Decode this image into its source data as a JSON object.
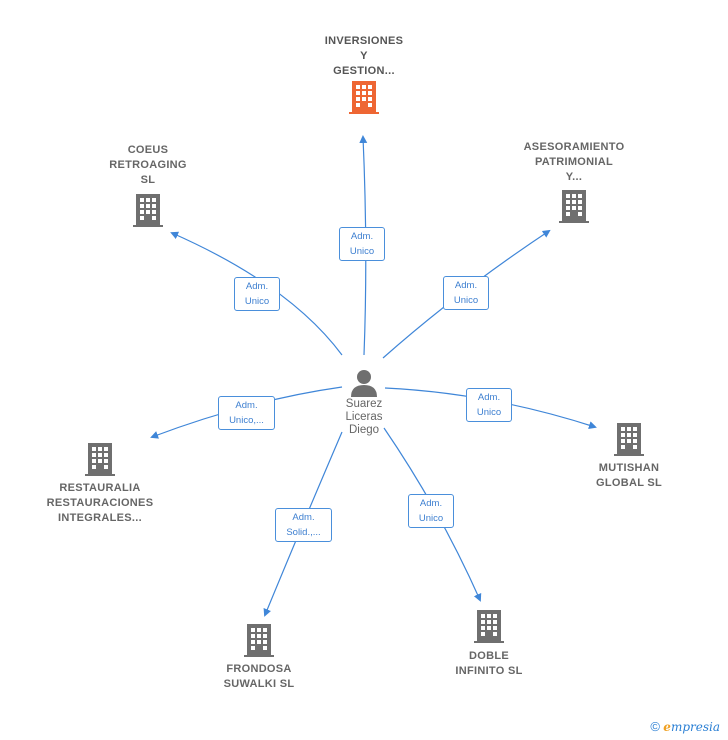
{
  "colors": {
    "edge": "#3f86d8",
    "building": "#6f6f6f",
    "highlight": "#ee6633"
  },
  "center": {
    "name": "Suarez\nLiceras\nDiego",
    "icon": "person-icon"
  },
  "companies": [
    {
      "id": "inversiones",
      "label": "INVERSIONES\nY\nGESTION...",
      "icon": "building-icon",
      "highlight": true
    },
    {
      "id": "coeus",
      "label": "COEUS\nRETROAGING\nSL",
      "icon": "building-icon",
      "highlight": false
    },
    {
      "id": "asesoramiento",
      "label": "ASESORAMIENTO\nPATRIMONIAL\nY...",
      "icon": "building-icon",
      "highlight": false
    },
    {
      "id": "restauralia",
      "label": "RESTAURALIA\nRESTAURACIONES\nINTEGRALES...",
      "icon": "building-icon",
      "highlight": false
    },
    {
      "id": "mutishan",
      "label": "MUTISHAN\nGLOBAL  SL",
      "icon": "building-icon",
      "highlight": false
    },
    {
      "id": "frondosa",
      "label": "FRONDOSA\nSUWALKI  SL",
      "icon": "building-icon",
      "highlight": false
    },
    {
      "id": "doble",
      "label": "DOBLE\nINFINITO  SL",
      "icon": "building-icon",
      "highlight": false
    }
  ],
  "relations": [
    {
      "to": "inversiones",
      "label": "Adm.\nUnico"
    },
    {
      "to": "coeus",
      "label": "Adm.\nUnico"
    },
    {
      "to": "asesoramiento",
      "label": "Adm.\nUnico"
    },
    {
      "to": "restauralia",
      "label": "Adm.\nUnico,..."
    },
    {
      "to": "mutishan",
      "label": "Adm.\nUnico"
    },
    {
      "to": "frondosa",
      "label": "Adm.\nSolid.,..."
    },
    {
      "to": "doble",
      "label": "Adm.\nUnico"
    }
  ],
  "brand": {
    "copyright": "©",
    "e": "e",
    "rest": "mpresia"
  }
}
